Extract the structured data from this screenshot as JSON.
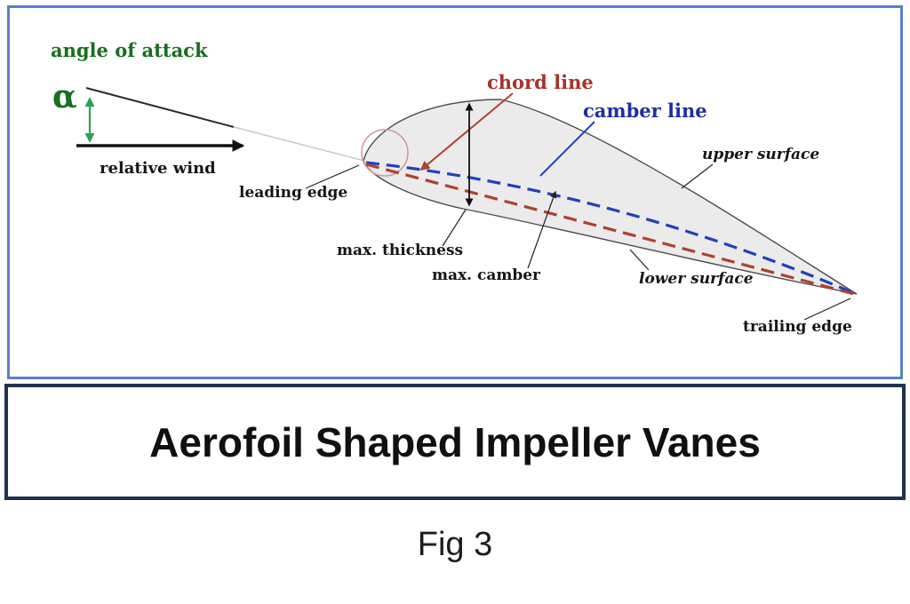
{
  "figure": {
    "title": "Aerofoil Shaped Impeller Vanes",
    "caption": "Fig 3"
  },
  "diagram": {
    "labels": {
      "angle_of_attack": "angle of attack",
      "alpha": "α",
      "relative_wind": "relative wind",
      "leading_edge": "leading edge",
      "chord_line": "chord line",
      "camber_line": "camber line",
      "max_thickness": "max. thickness",
      "max_camber": "max. camber",
      "upper_surface": "upper surface",
      "lower_surface": "lower surface",
      "trailing_edge": "trailing edge"
    }
  },
  "colors": {
    "panel_border_blue": "#5b7fc7",
    "title_border_navy": "#1f3350",
    "label_green": "#186f1e",
    "arrow_green": "#2fa04f",
    "label_red": "#a93226",
    "chord_dash_red": "#b2402e",
    "label_blue": "#1c2fa6",
    "camber_dash_blue": "#2040c0",
    "airfoil_fill": "#ebebeb",
    "airfoil_stroke": "#4d4d4d",
    "leading_circle_pink": "#d09a9a"
  }
}
